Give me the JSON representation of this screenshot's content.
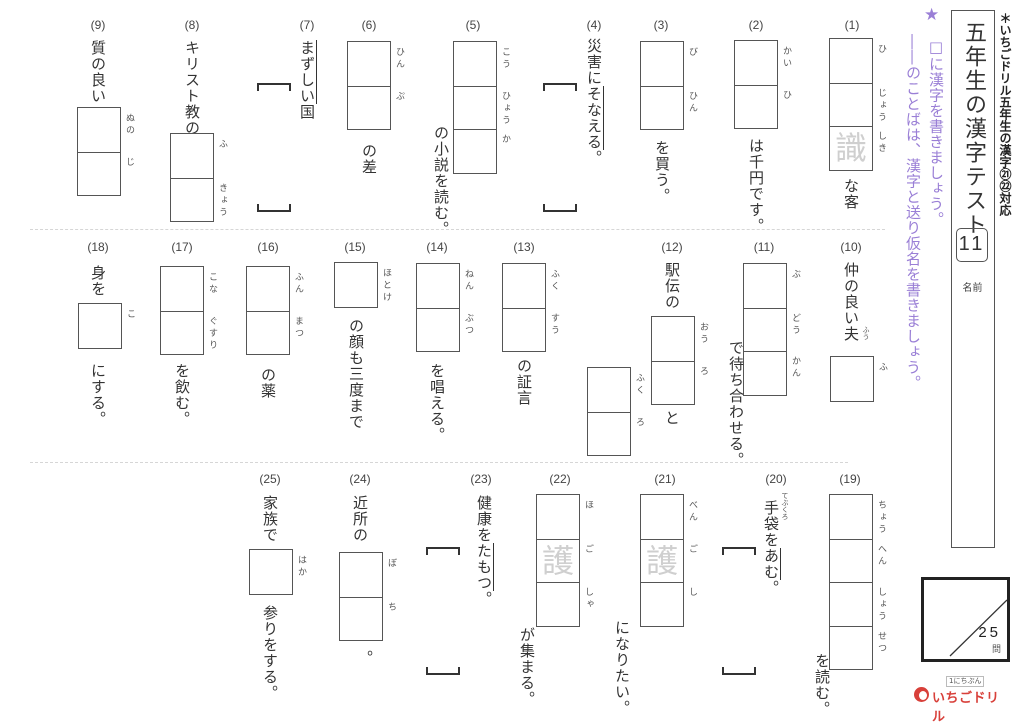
{
  "header": {
    "title": "五年生の漢字テスト",
    "test_number": "11",
    "name_label": "名前",
    "series_note": "＊いちごドリル五年生の漢字㉑㉒対応"
  },
  "instructions": {
    "star": "★",
    "line1": "□に漢字を書きましょう。",
    "line2": "――のことばは、漢字と送り仮名を書きましょう。"
  },
  "score": {
    "total": "25",
    "unit": "問"
  },
  "logo": {
    "tagline": "1にちぷん",
    "brand": "いちごドリル"
  },
  "colors": {
    "accent": "#9a7fd6",
    "ink": "#333333",
    "ghost": "#cfcfcf",
    "logo_red": "#d8403a"
  },
  "questions": [
    {
      "num": "(1)",
      "type": "box",
      "before": "",
      "cells": [
        {
          "furi": "ひ"
        },
        {
          "furi": "じょう"
        },
        {
          "furi": "しき",
          "ghost": "識"
        }
      ],
      "after": "な客"
    },
    {
      "num": "(2)",
      "type": "box",
      "before": "",
      "cells": [
        {
          "furi": "かい"
        },
        {
          "furi": "ひ"
        }
      ],
      "after": "は千円です。"
    },
    {
      "num": "(3)",
      "type": "box",
      "before": "",
      "cells": [
        {
          "furi": "び"
        },
        {
          "furi": "ひん"
        }
      ],
      "after": "を買う。"
    },
    {
      "num": "(4)",
      "type": "kana",
      "pre": "災害に",
      "under": "そなえる",
      "post": "。"
    },
    {
      "num": "(5)",
      "type": "box",
      "before": "",
      "cells": [
        {
          "furi": "こう"
        },
        {
          "furi": "ひょう"
        },
        {
          "furi": "か"
        }
      ],
      "after": "の小説を読む。"
    },
    {
      "num": "(6)",
      "type": "box",
      "before": "",
      "cells": [
        {
          "furi": "ひん"
        },
        {
          "furi": "ぷ"
        }
      ],
      "after": "の差"
    },
    {
      "num": "(7)",
      "type": "kana",
      "pre": "",
      "under": "まずしい",
      "post": "国"
    },
    {
      "num": "(8)",
      "type": "box",
      "before": "キリスト教の",
      "cells": [
        {
          "furi": "ふ"
        },
        {
          "furi": "きょう"
        }
      ],
      "after": ""
    },
    {
      "num": "(9)",
      "type": "box",
      "before": "質の良い",
      "cells": [
        {
          "furi": "ぬの"
        },
        {
          "furi": "じ"
        }
      ],
      "after": ""
    },
    {
      "num": "(10)",
      "type": "box",
      "before": "仲の良い夫",
      "before_ruby": "ふう",
      "cells": [
        {
          "furi": "ふ"
        }
      ],
      "after": ""
    },
    {
      "num": "(11)",
      "type": "box",
      "before": "",
      "cells": [
        {
          "furi": "ぶ"
        },
        {
          "furi": "どう"
        },
        {
          "furi": "かん"
        }
      ],
      "after": "で待ち合わせる。"
    },
    {
      "num": "(12)",
      "type": "box",
      "before": "駅伝の",
      "cells": [
        {
          "furi": "おう"
        },
        {
          "furi": "ろ"
        }
      ],
      "after": "と",
      "cells2": [
        {
          "furi": "ふく"
        },
        {
          "furi": "ろ"
        }
      ]
    },
    {
      "num": "(13)",
      "type": "box",
      "before": "",
      "cells": [
        {
          "furi": "ふく"
        },
        {
          "furi": "すう"
        }
      ],
      "after": "の証言"
    },
    {
      "num": "(14)",
      "type": "box",
      "before": "",
      "cells": [
        {
          "furi": "ねん"
        },
        {
          "furi": "ぶつ"
        }
      ],
      "after": "を唱える。"
    },
    {
      "num": "(15)",
      "type": "box",
      "before": "",
      "cells": [
        {
          "furi": "ほとけ"
        }
      ],
      "after": "の顔も三度まで"
    },
    {
      "num": "(16)",
      "type": "box",
      "before": "",
      "cells": [
        {
          "furi": "ふん"
        },
        {
          "furi": "まつ"
        }
      ],
      "after": "の薬"
    },
    {
      "num": "(17)",
      "type": "box",
      "before": "",
      "cells": [
        {
          "furi": "こな"
        },
        {
          "furi": "ぐすり"
        }
      ],
      "after": "を飲む。"
    },
    {
      "num": "(18)",
      "type": "box",
      "before": "身を",
      "cells": [
        {
          "furi": "こ"
        }
      ],
      "after": "にする。"
    },
    {
      "num": "(19)",
      "type": "box",
      "before": "",
      "cells": [
        {
          "furi": "ちょう"
        },
        {
          "furi": "へん"
        },
        {
          "furi": "しょう"
        },
        {
          "furi": "せつ"
        }
      ],
      "after": "を読む。"
    },
    {
      "num": "(20)",
      "type": "kana",
      "pre": "手袋を",
      "pre_ruby": "てぶくろ",
      "under": "あむ",
      "post": "。"
    },
    {
      "num": "(21)",
      "type": "box",
      "before": "",
      "cells": [
        {
          "furi": "べん"
        },
        {
          "furi": "ご",
          "ghost": "護"
        },
        {
          "furi": "し"
        }
      ],
      "after": "になりたい。"
    },
    {
      "num": "(22)",
      "type": "box",
      "before": "",
      "cells": [
        {
          "furi": "ほ"
        },
        {
          "furi": "ご",
          "ghost": "護"
        },
        {
          "furi": "しゃ"
        }
      ],
      "after": "が集まる。"
    },
    {
      "num": "(23)",
      "type": "kana",
      "pre": "健康を",
      "under": "たもつ",
      "post": "。"
    },
    {
      "num": "(24)",
      "type": "box",
      "before": "近所の",
      "cells": [
        {
          "furi": "ぼ"
        },
        {
          "furi": "ち"
        }
      ],
      "after": "。"
    },
    {
      "num": "(25)",
      "type": "box",
      "before": "家族で",
      "cells": [
        {
          "furi": "はか"
        }
      ],
      "after": "参りをする。"
    }
  ]
}
